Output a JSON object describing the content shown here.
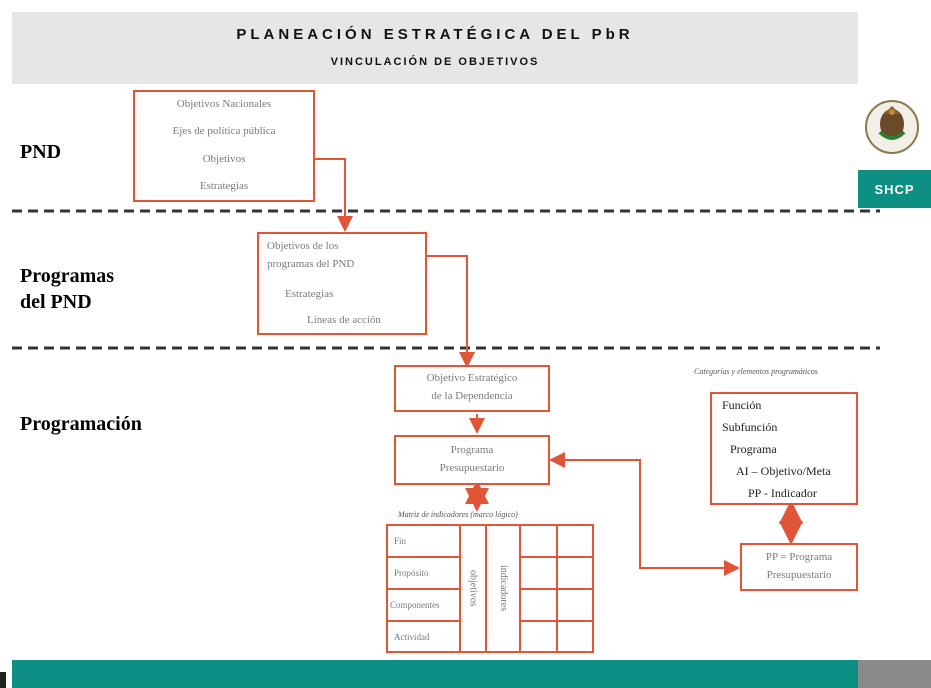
{
  "header": {
    "title": "PLANEACIÓN ESTRATÉGICA DEL PbR",
    "subtitle": "VINCULACIÓN DE OBJETIVOS"
  },
  "brand": {
    "label": "SHCP",
    "color": "#0e8f83",
    "seal_icon": "mexican-eagle-seal-icon"
  },
  "sections": {
    "pnd": "PND",
    "programas_line1": "Programas",
    "programas_line2": "del PND",
    "programacion": "Programación"
  },
  "pnd_box": {
    "items": [
      "Objetivos Nacionales",
      "Ejes de política pública",
      "Objetivos",
      "Estrategias"
    ]
  },
  "programas_box": {
    "line1": "Objetivos  de los",
    "line2": "programas del PND",
    "line3": "Estrategias",
    "line4": "Líneas de acción"
  },
  "objetivo_box": {
    "line1": "Objetivo Estratégico",
    "line2": "de la Dependencia"
  },
  "programa_box": {
    "line1": "Programa",
    "line2": "Presupuestario"
  },
  "matrix": {
    "caption": "Matriz de indicadores (marco lógico)",
    "rows": [
      "Fin",
      "Propósito",
      "Componentes",
      "Actividad"
    ],
    "col_objetivos": "objetivos",
    "col_indicadores": "indicadores"
  },
  "categorias": {
    "caption": "Categorías y elementos programáticos",
    "items": [
      "Función",
      "Subfunción",
      "Programa",
      "AI – Objetivo/Meta",
      "PP - Indicador"
    ]
  },
  "pp_box": {
    "line1": "PP = Programa",
    "line2": "Presupuestario"
  },
  "colors": {
    "accent": "#e05535",
    "teal": "#0e8f83",
    "header_bg": "#e6e6e6"
  }
}
